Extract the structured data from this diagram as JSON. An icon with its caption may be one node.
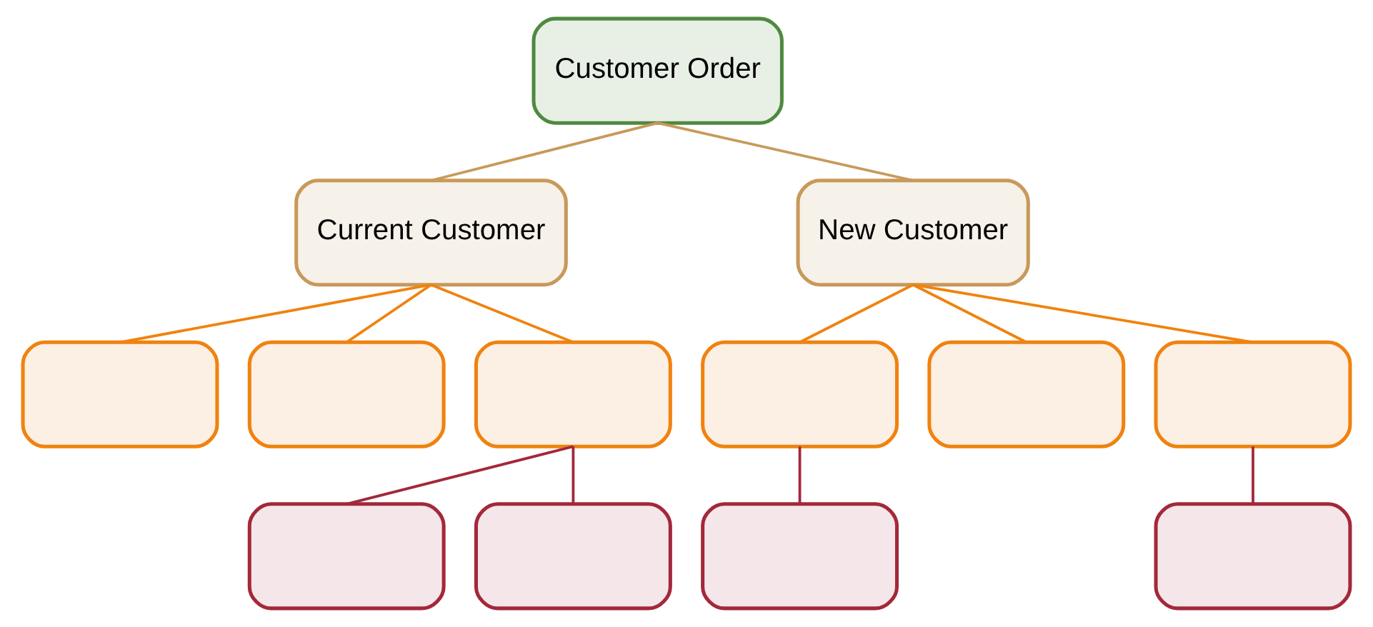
{
  "diagram": {
    "nodes": [
      {
        "text": [
          "Customer Order"
        ]
      },
      {
        "text": [
          "Current Customer"
        ]
      },
      {
        "text": [
          "New Customer"
        ]
      },
      {
        "text": [],
        "shape": "box"
      },
      {
        "text": [],
        "shape": "box"
      },
      {
        "text": [],
        "shape": "box"
      },
      {
        "text": [],
        "shape": "box"
      },
      {
        "text": [],
        "shape": "box"
      },
      {
        "text": [],
        "shape": "box"
      },
      {
        "text": [],
        "shape": "box"
      },
      {
        "text": [],
        "shape": "box"
      },
      {
        "text": [],
        "shape": "box"
      },
      {
        "text": [],
        "shape": "box"
      }
    ],
    "edges": [
      {
        "from": 0,
        "to": 1,
        "arrow": "none",
        "color": "#c8995a"
      },
      {
        "from": 0,
        "to": 2,
        "arrow": "none",
        "color": "#c8995a"
      },
      {
        "from": 1,
        "to": 3,
        "arrow": "none"
      },
      {
        "from": 1,
        "to": 4,
        "arrow": "none"
      },
      {
        "from": 1,
        "to": 5,
        "arrow": "none"
      },
      {
        "from": 2,
        "to": 6,
        "arrow": "none"
      },
      {
        "from": 2,
        "to": 7,
        "arrow": "none"
      },
      {
        "from": 2,
        "to": 8,
        "arrow": "none"
      },
      {
        "from": 5,
        "to": 9,
        "arrow": "none",
        "color": "#a3283a"
      },
      {
        "from": 5,
        "to": 10,
        "arrow": "none",
        "color": "#a3283a"
      },
      {
        "from": 6,
        "to": 11,
        "arrow": "none",
        "color": "#a3283a"
      },
      {
        "from": 8,
        "to": 12,
        "arrow": "none",
        "color": "#a3283a"
      }
    ]
  }
}
